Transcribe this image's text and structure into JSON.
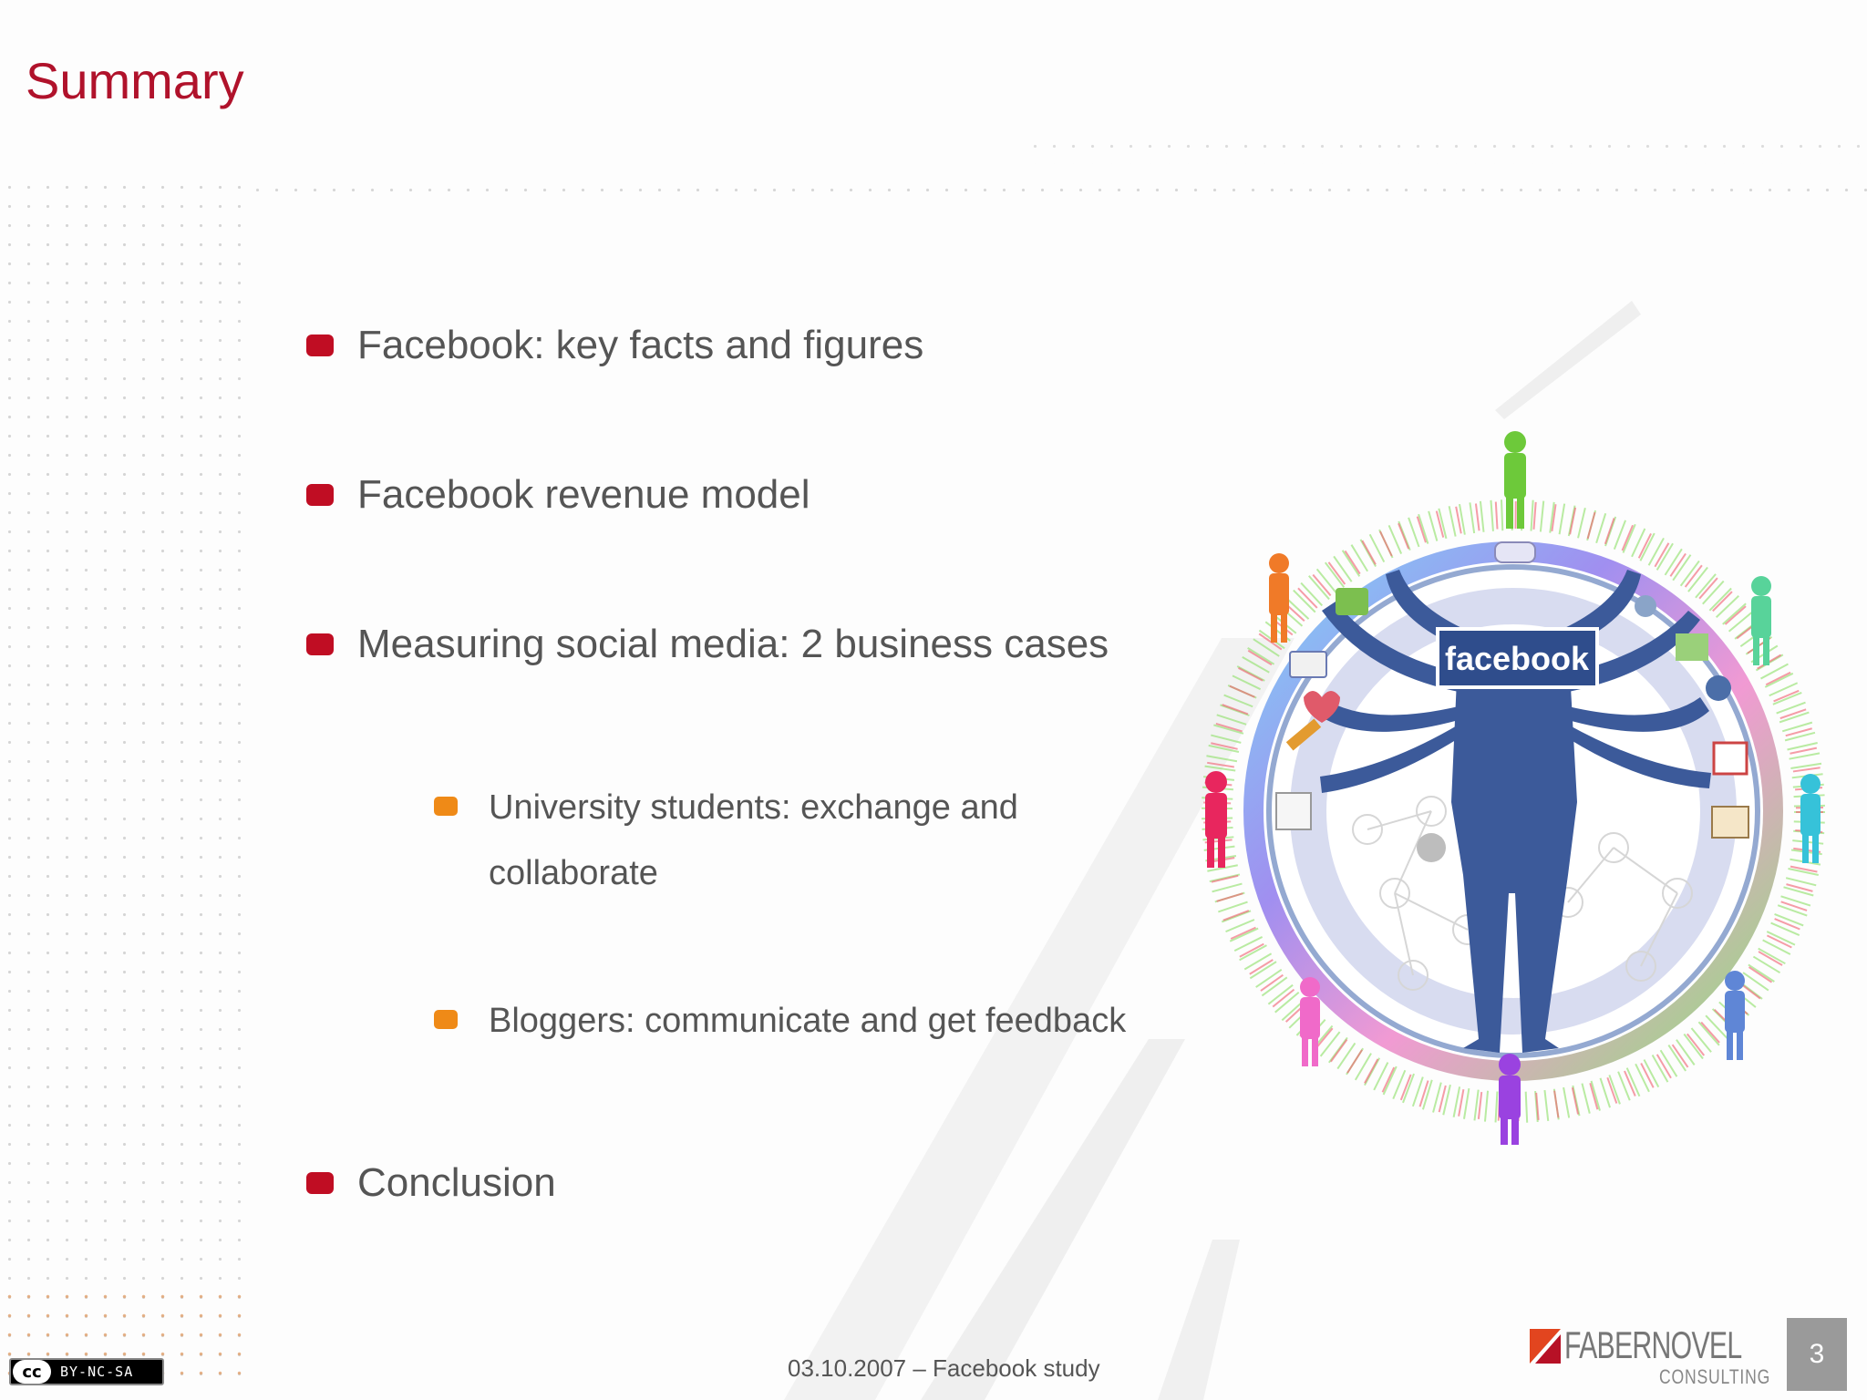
{
  "slide": {
    "title": "Summary",
    "bullets": [
      {
        "level": 1,
        "text": "Facebook: key facts and figures"
      },
      {
        "level": 1,
        "text": "Facebook revenue model"
      },
      {
        "level": 1,
        "text": "Measuring social media: 2 business cases"
      },
      {
        "level": 2,
        "text": "University students: exchange and collaborate"
      },
      {
        "level": 2,
        "text": "Bloggers: communicate and get feedback"
      },
      {
        "level": 1,
        "text": "Conclusion"
      }
    ],
    "graphic_label": "facebook"
  },
  "footer": {
    "date_study": "03.10.2007 – Facebook study",
    "page_number": "3",
    "license": {
      "cc": "cc",
      "text": "BY-NC-SA"
    },
    "logo": {
      "name": "FABERNOVEL",
      "sub": "CONSULTING"
    }
  },
  "colors": {
    "title": "#b0122b",
    "bullet_l1": "#c00d23",
    "bullet_l2": "#ef8a17",
    "facebook_blue": "#3b5998"
  }
}
